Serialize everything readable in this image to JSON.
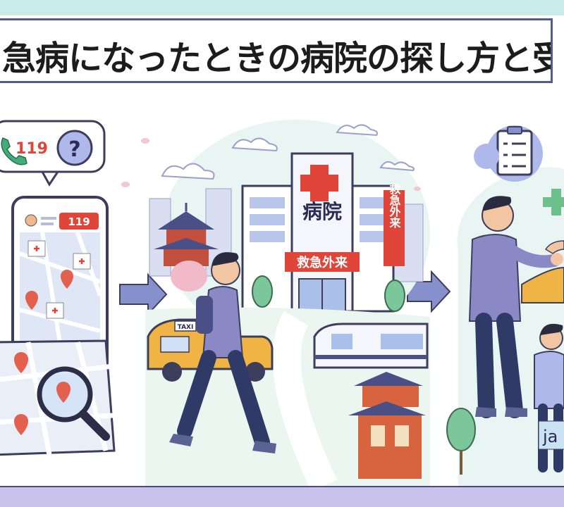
{
  "title": "急病になったときの病院の探し方と受",
  "phone_badge": "119",
  "app_call_label": "119",
  "hospital_sign": "病院",
  "er_sign": "救急外来",
  "er_vertical": "救急外来",
  "taxi_sign": "TAXI",
  "watermark": "ja",
  "icons": [
    "phone-icon",
    "question-icon",
    "map-pin-icon",
    "magnifier-icon",
    "clipboard-icon",
    "arrow-right-icon"
  ],
  "colors": {
    "accent_navy": "#4a4f86",
    "red": "#e0453a",
    "taxi": "#f0b445",
    "mint": "#c9ecea",
    "lavender": "#c9c2ea"
  }
}
